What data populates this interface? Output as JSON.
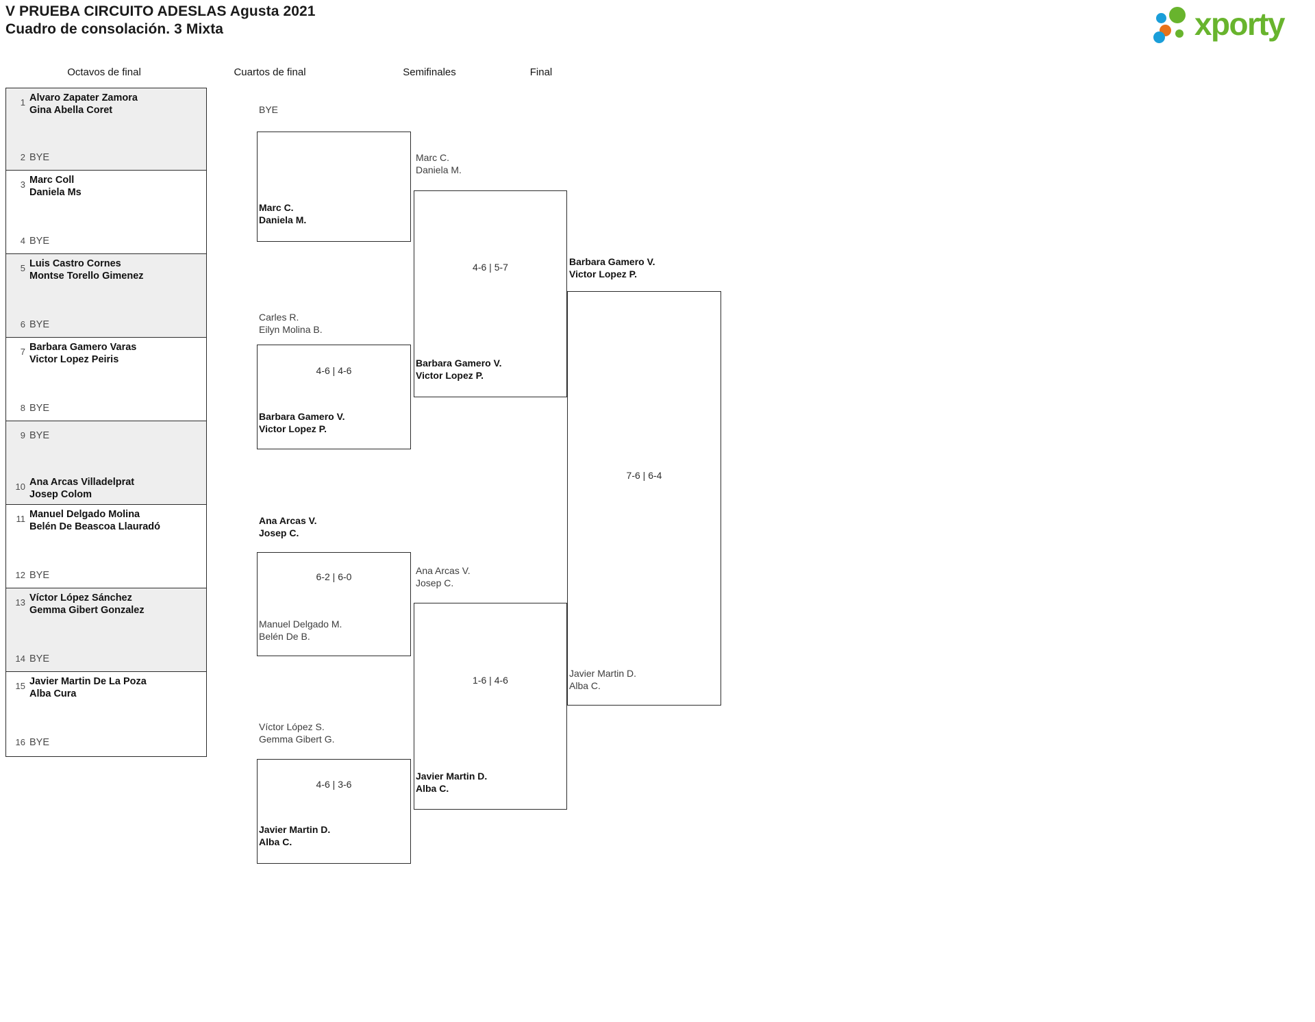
{
  "header": {
    "title_line1": "V PRUEBA CIRCUITO ADESLAS Agusta 2021",
    "title_line2": "Cuadro de consolación. 3 Mixta",
    "logo_text": "xporty",
    "logo_colors": {
      "green": "#68b42d",
      "blue": "#1a9ed9",
      "orange": "#e8721a"
    }
  },
  "rounds": [
    {
      "id": "r16",
      "label": "Octavos de final"
    },
    {
      "id": "qf",
      "label": "Cuartos de final"
    },
    {
      "id": "sf",
      "label": "Semifinales"
    },
    {
      "id": "f",
      "label": "Final"
    }
  ],
  "bracket": {
    "round1": [
      {
        "seed": "1",
        "line1": "Alvaro Zapater Zamora",
        "line2": "Gina Abella Coret",
        "bye": false
      },
      {
        "seed": "2",
        "line1": "BYE",
        "line2": "",
        "bye": true
      },
      {
        "seed": "3",
        "line1": "Marc Coll",
        "line2": "Daniela Ms",
        "bye": false
      },
      {
        "seed": "4",
        "line1": "BYE",
        "line2": "",
        "bye": true
      },
      {
        "seed": "5",
        "line1": "Luis Castro Cornes",
        "line2": "Montse Torello Gimenez",
        "bye": false
      },
      {
        "seed": "6",
        "line1": "BYE",
        "line2": "",
        "bye": true
      },
      {
        "seed": "7",
        "line1": "Barbara Gamero Varas",
        "line2": "Victor Lopez Peiris",
        "bye": false
      },
      {
        "seed": "8",
        "line1": "BYE",
        "line2": "",
        "bye": true
      },
      {
        "seed": "9",
        "line1": "BYE",
        "line2": "",
        "bye": true
      },
      {
        "seed": "10",
        "line1": "Ana Arcas Villadelprat",
        "line2": "Josep Colom",
        "bye": false
      },
      {
        "seed": "11",
        "line1": "Manuel Delgado Molina",
        "line2": "Belén De Beascoa Llauradó",
        "bye": false
      },
      {
        "seed": "12",
        "line1": "BYE",
        "line2": "",
        "bye": true
      },
      {
        "seed": "13",
        "line1": "Víctor López Sánchez",
        "line2": "Gemma Gibert Gonzalez",
        "bye": false
      },
      {
        "seed": "14",
        "line1": "BYE",
        "line2": "",
        "bye": true
      },
      {
        "seed": "15",
        "line1": "Javier Martin De La Poza",
        "line2": "Alba Cura",
        "bye": false
      },
      {
        "seed": "16",
        "line1": "BYE",
        "line2": "",
        "bye": true
      }
    ],
    "quarterfinals": [
      {
        "top": {
          "line1": "BYE",
          "line2": "",
          "winner": false
        },
        "bottom": {
          "line1": "Marc C.",
          "line2": "Daniela M.",
          "winner": true
        },
        "score": ""
      },
      {
        "top": {
          "line1": "Carles R.",
          "line2": "Eilyn Molina B.",
          "winner": false
        },
        "bottom": {
          "line1": "Barbara Gamero V.",
          "line2": "Victor Lopez P.",
          "winner": true
        },
        "score": "4-6 | 4-6"
      },
      {
        "top": {
          "line1": "Ana Arcas V.",
          "line2": "Josep C.",
          "winner": true
        },
        "bottom": {
          "line1": "Manuel Delgado M.",
          "line2": "Belén De B.",
          "winner": false
        },
        "score": "6-2 | 6-0"
      },
      {
        "top": {
          "line1": "Víctor López S.",
          "line2": "Gemma Gibert G.",
          "winner": false
        },
        "bottom": {
          "line1": "Javier Martin D.",
          "line2": "Alba C.",
          "winner": true
        },
        "score": "4-6 | 3-6"
      }
    ],
    "semifinals": [
      {
        "top": {
          "line1": "Marc C.",
          "line2": "Daniela M.",
          "winner": false
        },
        "bottom": {
          "line1": "Barbara Gamero V.",
          "line2": "Victor Lopez P.",
          "winner": true
        },
        "score": "4-6 | 5-7"
      },
      {
        "top": {
          "line1": "Ana Arcas V.",
          "line2": "Josep C.",
          "winner": false
        },
        "bottom": {
          "line1": "Javier Martin D.",
          "line2": "Alba C.",
          "winner": true
        },
        "score": "1-6 | 4-6"
      }
    ],
    "final": {
      "top": {
        "line1": "Barbara Gamero V.",
        "line2": "Victor Lopez P.",
        "winner": true
      },
      "bottom": {
        "line1": "Javier Martin D.",
        "line2": "Alba C.",
        "winner": false
      },
      "score": "7-6 | 6-4"
    }
  }
}
